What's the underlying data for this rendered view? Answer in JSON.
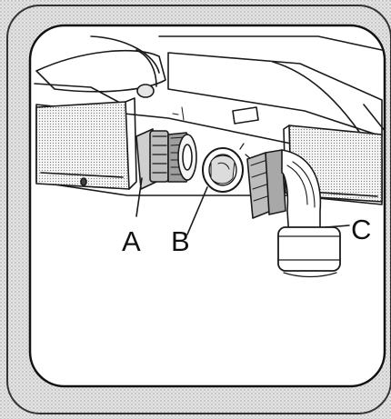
{
  "labels": {
    "a": "A",
    "b": "B",
    "c": "C"
  },
  "colors": {
    "ink": "#1a1a1a",
    "frame_texture": "#b9b9b9",
    "frame_base": "#e2e2e2",
    "panel": "#ffffff",
    "shade": "#8c8c8c",
    "light_shade": "#d6d6d6"
  }
}
